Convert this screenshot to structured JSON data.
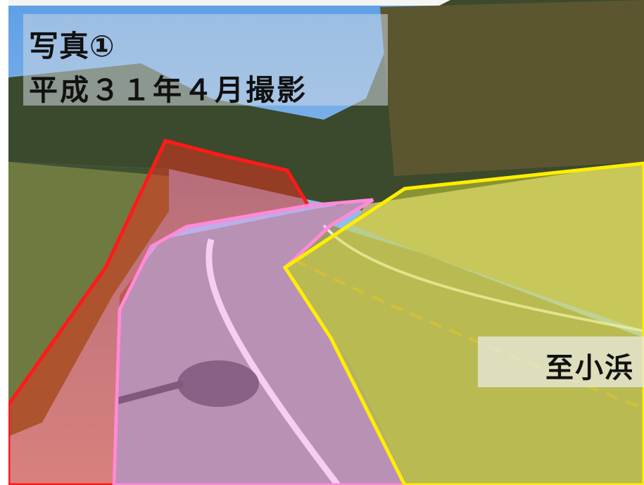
{
  "caption": {
    "title": "写真①",
    "date": "平成３１年４月撮影"
  },
  "direction_label": "至小浜",
  "overlay_colors": {
    "red_zone": "#ff1a1a",
    "pink_zone": "#ff8ad8",
    "yellow_zone": "#ffee00"
  }
}
